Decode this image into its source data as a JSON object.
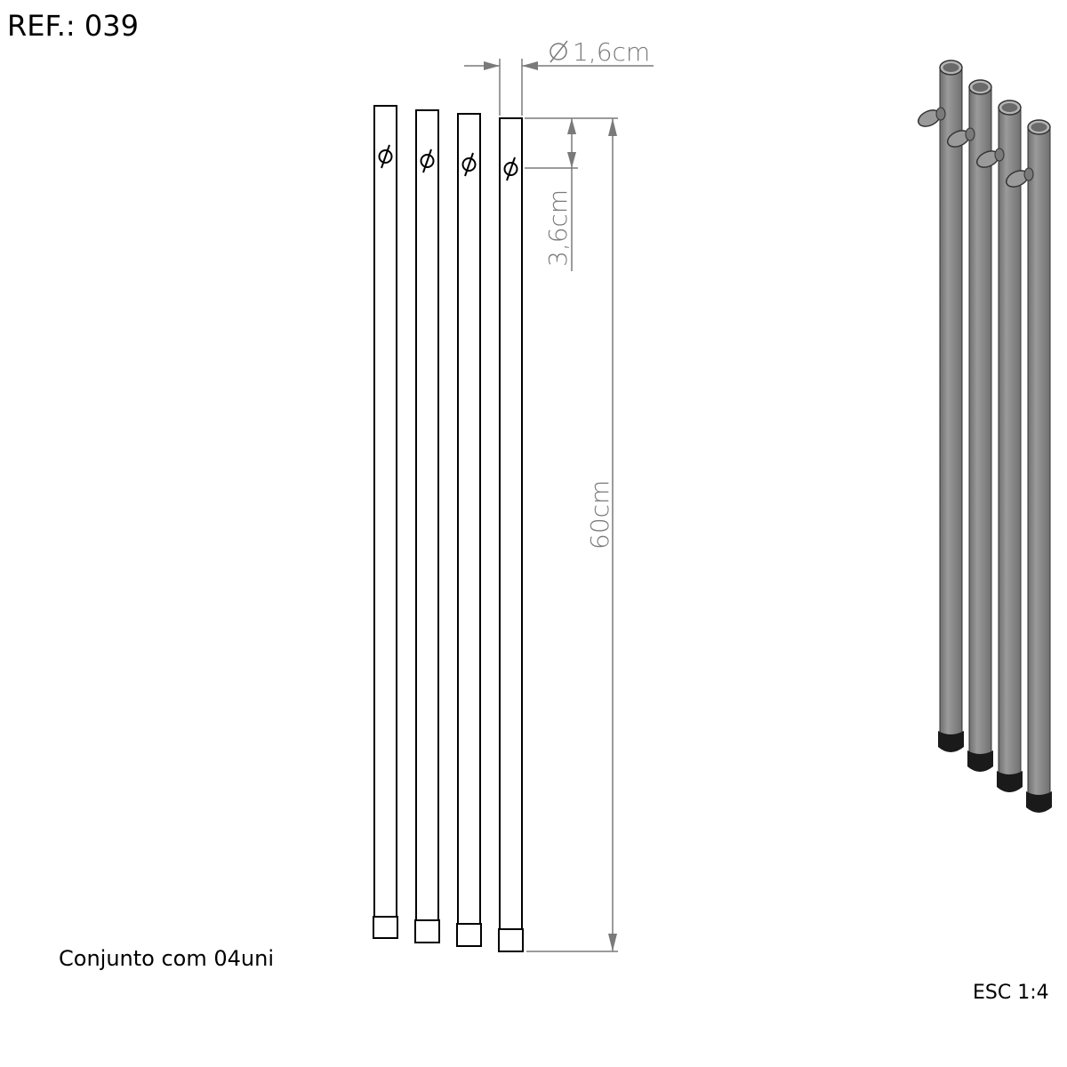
{
  "header": {
    "ref_label": "REF.: 039"
  },
  "notes": {
    "set_description": "Conjunto com 04uni",
    "scale": "ESC 1:4"
  },
  "dimensions": {
    "diameter": "1,6cm",
    "hole_offset": "3,6cm",
    "length": "60cm"
  },
  "drawing": {
    "line_color": "#000000",
    "dimension_color": "#7a7a7a",
    "tube_3d_color": "#8c8c8c",
    "cap_color": "#1a1a1a",
    "tube_count": 4
  }
}
